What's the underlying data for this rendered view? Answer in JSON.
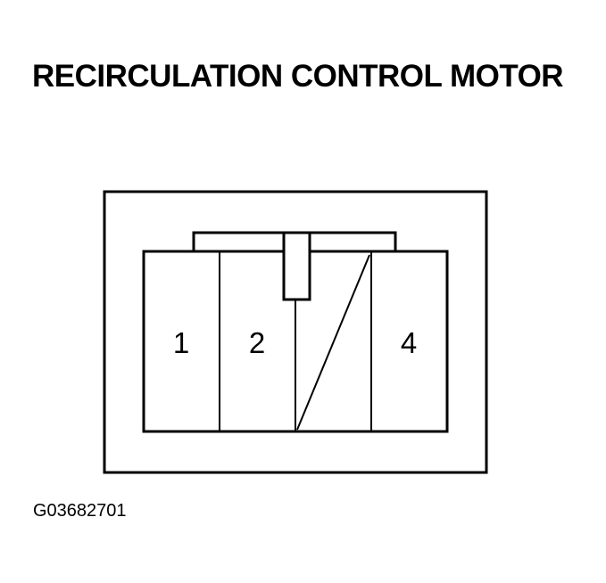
{
  "title": "RECIRCULATION CONTROL MOTOR",
  "figure_id": "G03682701",
  "connector": {
    "pins": [
      {
        "label": "1",
        "unused": false
      },
      {
        "label": "2",
        "unused": false
      },
      {
        "label": "",
        "unused": true
      },
      {
        "label": "4",
        "unused": false
      }
    ]
  }
}
